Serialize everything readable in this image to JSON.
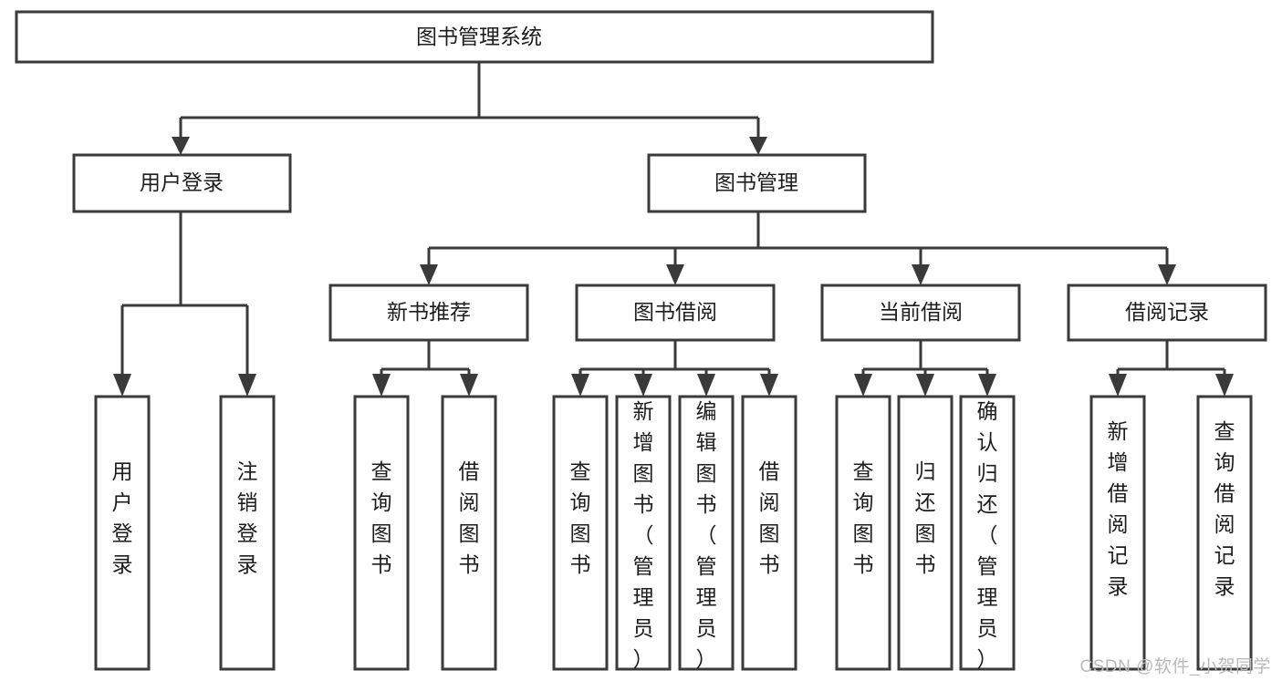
{
  "diagram": {
    "type": "tree-hierarchy",
    "orientation": "top-down",
    "root": {
      "id": "root",
      "label": "图书管理系统"
    },
    "level2": [
      {
        "id": "user-login",
        "label": "用户登录"
      },
      {
        "id": "book-management",
        "label": "图书管理"
      }
    ],
    "level3": [
      {
        "id": "new-book-recommend",
        "label": "新书推荐",
        "parent": "book-management"
      },
      {
        "id": "book-borrow",
        "label": "图书借阅",
        "parent": "book-management"
      },
      {
        "id": "current-borrow",
        "label": "当前借阅",
        "parent": "book-management"
      },
      {
        "id": "borrow-record",
        "label": "借阅记录",
        "parent": "book-management"
      }
    ],
    "leaves": [
      {
        "id": "leaf-user-login",
        "label": "用户登录",
        "parent": "user-login"
      },
      {
        "id": "leaf-logout-login",
        "label": "注销登录",
        "parent": "user-login"
      },
      {
        "id": "leaf-query-book-1",
        "label": "查询图书",
        "parent": "new-book-recommend"
      },
      {
        "id": "leaf-borrow-book-1",
        "label": "借阅图书",
        "parent": "new-book-recommend"
      },
      {
        "id": "leaf-query-book-2",
        "label": "查询图书",
        "parent": "book-borrow"
      },
      {
        "id": "leaf-add-book",
        "label": "新增图书（管理员）",
        "parent": "book-borrow"
      },
      {
        "id": "leaf-edit-book",
        "label": "编辑图书（管理员）",
        "parent": "book-borrow"
      },
      {
        "id": "leaf-borrow-book-2",
        "label": "借阅图书",
        "parent": "book-borrow"
      },
      {
        "id": "leaf-query-book-3",
        "label": "查询图书",
        "parent": "current-borrow"
      },
      {
        "id": "leaf-return-book",
        "label": "归还图书",
        "parent": "current-borrow"
      },
      {
        "id": "leaf-confirm-return",
        "label": "确认归还（管理员）",
        "parent": "current-borrow"
      },
      {
        "id": "leaf-add-record",
        "label": "新增借阅记录",
        "parent": "borrow-record"
      },
      {
        "id": "leaf-query-record",
        "label": "查询借阅记录",
        "parent": "borrow-record"
      }
    ],
    "colors": {
      "box_stroke": "#3a3a3a",
      "box_fill": "#ffffff",
      "connector": "#3a3a3a",
      "text": "#1d1d1d",
      "watermark": "#b9b9b9",
      "background": "#ffffff"
    }
  },
  "watermark": {
    "text": "CSDN @软件_小贺同学"
  }
}
